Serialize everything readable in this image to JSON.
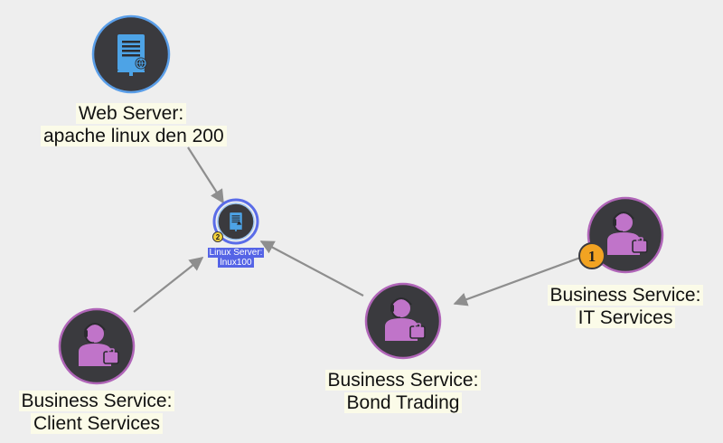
{
  "colors": {
    "background": "#eeeeee",
    "node_fill": "#3a3a3e",
    "server_ring": "#5a9ee8",
    "service_ring": "#b065b8",
    "selected_ring": "#5a6ce8",
    "edge": "#8e8e8e",
    "server_icon": "#4da3e6",
    "person_icon": "#c074c9",
    "label_bg": "#fbfbe8",
    "badge_orange": "#f2a322",
    "badge_yellow": "#f5d33a",
    "small_label_bg": "#5564e6"
  },
  "nodes": {
    "web_server": {
      "icon": "server-globe-icon",
      "line1": "Web Server:",
      "line2": "apache linux den 200"
    },
    "linux_server": {
      "icon": "server-icon",
      "line1": "Linux Server:",
      "line2": "lnux100",
      "badge": "2"
    },
    "it_services": {
      "icon": "business-person-icon",
      "line1": "Business Service:",
      "line2": "IT Services",
      "badge": "1"
    },
    "bond_trading": {
      "icon": "business-person-icon",
      "line1": "Business Service:",
      "line2": "Bond Trading"
    },
    "client_services": {
      "icon": "business-person-icon",
      "line1": "Business Service:",
      "line2": "Client Services"
    }
  }
}
